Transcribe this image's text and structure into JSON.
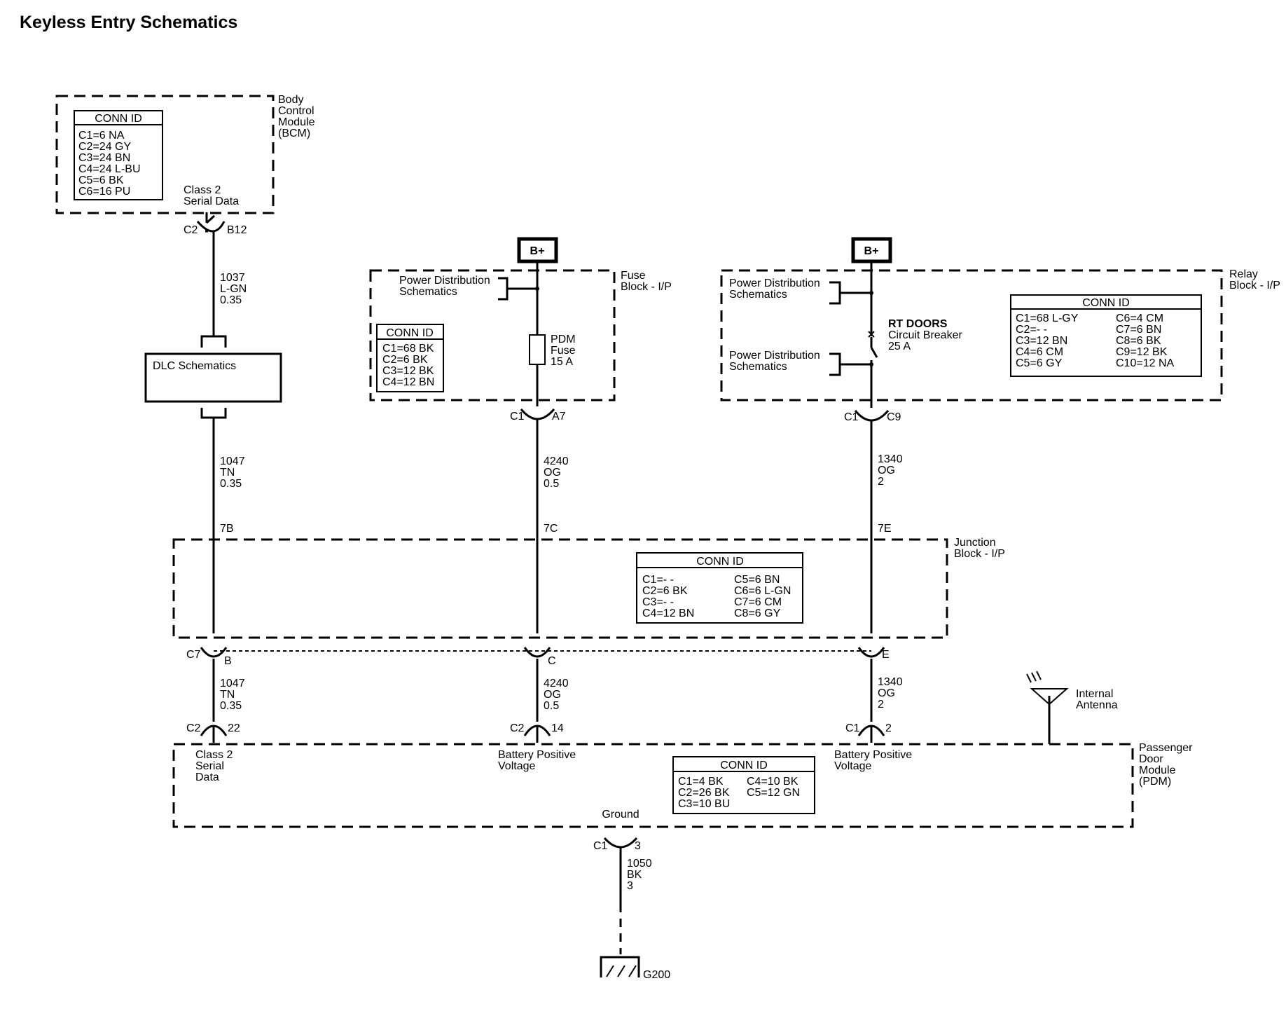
{
  "title": "Keyless Entry Schematics",
  "modules": {
    "bcm": {
      "name": [
        "Body",
        "Control",
        "Module",
        "(BCM)"
      ],
      "conn_header": "CONN ID",
      "conn": [
        "C1=6 NA",
        "C2=24 GY",
        "C3=24 BN",
        "C4=24 L-BU",
        "C5=6 BK",
        "C6=16 PU"
      ],
      "pin_label": [
        "Class 2",
        "Serial Data"
      ],
      "connector": "C2",
      "pin": "B12"
    },
    "dlc": {
      "name": "DLC Schematics"
    },
    "fuse_block": {
      "name": [
        "Fuse",
        "Block - I/P"
      ],
      "power_dist": [
        "Power Distribution",
        "Schematics"
      ],
      "fuse": [
        "PDM",
        "Fuse",
        "15 A"
      ],
      "conn_header": "CONN ID",
      "conn": [
        "C1=68 BK",
        "C2=6 BK",
        "C3=12 BK",
        "C4=12 BN"
      ],
      "connector": "C1",
      "pin": "A7"
    },
    "relay_block": {
      "name": [
        "Relay",
        "Block - I/P"
      ],
      "power_dist_1": [
        "Power Distribution",
        "Schematics"
      ],
      "power_dist_2": [
        "Power Distribution",
        "Schematics"
      ],
      "breaker": [
        "RT DOORS",
        "Circuit Breaker",
        "25 A"
      ],
      "conn_header": "CONN ID",
      "conn_left": [
        "C1=68 L-GY",
        "C2=- -",
        "C3=12 BN",
        "C4=6 CM",
        "C5=6 GY"
      ],
      "conn_right": [
        "C6=4 CM",
        "C7=6 BN",
        "C8=6 BK",
        "C9=12 BK",
        "C10=12 NA"
      ],
      "connector": "C1",
      "pin": "C9"
    },
    "junction_block": {
      "name": [
        "Junction",
        "Block - I/P"
      ],
      "conn_header": "CONN ID",
      "conn_left": [
        "C1=- -",
        "C2=6 BK",
        "C3=- -",
        "C4=12 BN"
      ],
      "conn_right": [
        "C5=6 BN",
        "C6=6 L-GN",
        "C7=6 CM",
        "C8=6 GY"
      ],
      "pins_top": [
        "7B",
        "7C",
        "7E"
      ],
      "connector_bottom": "C7",
      "pins_bottom": [
        "B",
        "C",
        "E"
      ]
    },
    "pdm": {
      "name": [
        "Passenger",
        "Door",
        "Module",
        "(PDM)"
      ],
      "conn_header": "CONN ID",
      "conn_left": [
        "C1=4 BK",
        "C2=26 BK",
        "C3=10 BU"
      ],
      "conn_right": [
        "C4=10 BK",
        "C5=12 GN"
      ],
      "pin_label_1": [
        "Class 2",
        "Serial",
        "Data"
      ],
      "pin_label_2": [
        "Battery Positive",
        "Voltage"
      ],
      "pin_label_3": [
        "Battery Positive",
        "Voltage"
      ],
      "ground_label": "Ground",
      "antenna": [
        "Internal",
        "Antenna"
      ]
    }
  },
  "power_source": "B+",
  "wires": {
    "w1037": [
      "1037",
      "L-GN",
      "0.35"
    ],
    "w1047a": [
      "1047",
      "TN",
      "0.35"
    ],
    "w1047b": [
      "1047",
      "TN",
      "0.35"
    ],
    "w4240a": [
      "4240",
      "OG",
      "0.5"
    ],
    "w4240b": [
      "4240",
      "OG",
      "0.5"
    ],
    "w1340a": [
      "1340",
      "OG",
      "2"
    ],
    "w1340b": [
      "1340",
      "OG",
      "2"
    ],
    "w1050": [
      "1050",
      "BK",
      "3"
    ]
  },
  "pdm_connectors": [
    {
      "connector": "C2",
      "pin": "22"
    },
    {
      "connector": "C2",
      "pin": "14"
    },
    {
      "connector": "C1",
      "pin": "2"
    }
  ],
  "ground_connector": {
    "connector": "C1",
    "pin": "3"
  },
  "ground_point": "G200"
}
